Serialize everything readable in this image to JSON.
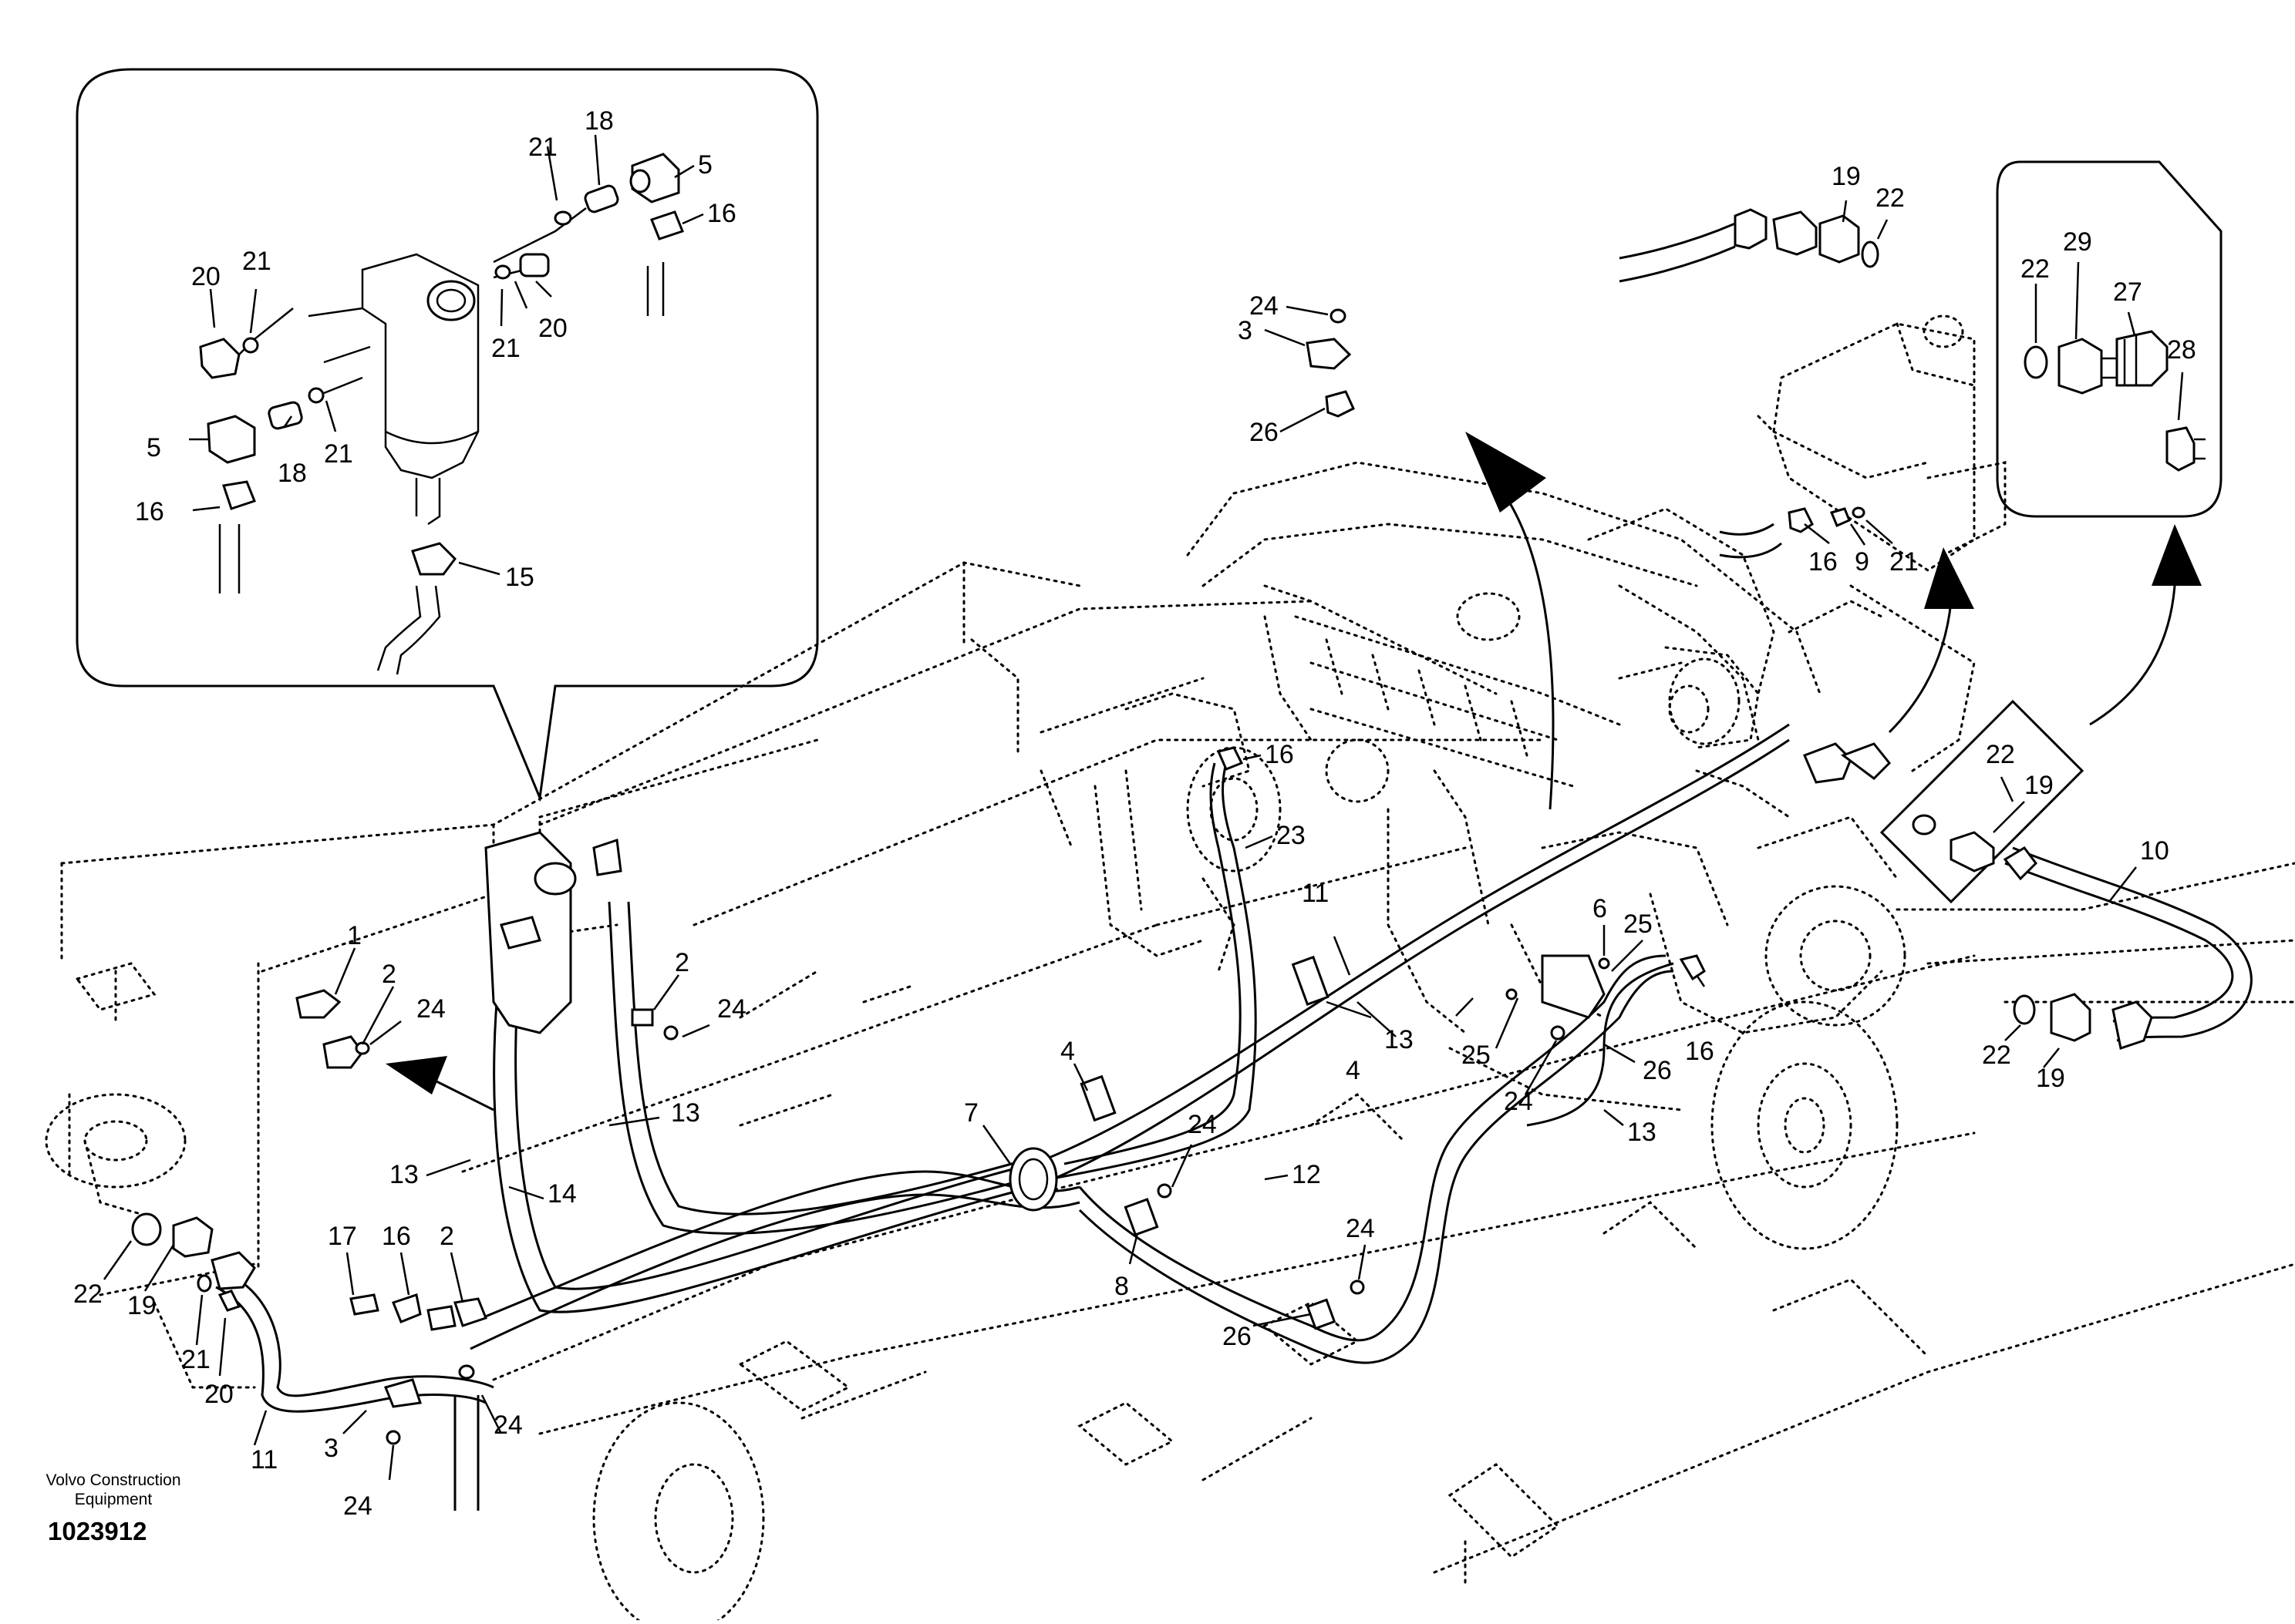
{
  "drawing": {
    "credit_line1": "Volvo Construction",
    "credit_line2": "Equipment",
    "doc_id": "1023912"
  },
  "callouts": {
    "inset_a": [
      "21",
      "18",
      "5",
      "16",
      "20",
      "21",
      "21",
      "20",
      "5",
      "18",
      "21",
      "16",
      "15"
    ],
    "inset_b": [
      "22",
      "29",
      "27",
      "28"
    ],
    "inset_c": [
      "22",
      "19"
    ],
    "top_right": [
      "19",
      "22",
      "16",
      "9",
      "21"
    ],
    "clamp_group": [
      "24",
      "3",
      "26"
    ],
    "main_upper": [
      "16",
      "23",
      "11",
      "6",
      "25",
      "4",
      "13",
      "25",
      "16",
      "24",
      "26",
      "13",
      "10",
      "22",
      "19"
    ],
    "main_left": [
      "1",
      "2",
      "24",
      "2",
      "24",
      "13",
      "13",
      "14"
    ],
    "main_center": [
      "4",
      "7",
      "24",
      "12",
      "24",
      "8",
      "26"
    ],
    "main_lower_left": [
      "17",
      "16",
      "2",
      "22",
      "19",
      "21",
      "20",
      "11",
      "3",
      "24",
      "24"
    ]
  }
}
